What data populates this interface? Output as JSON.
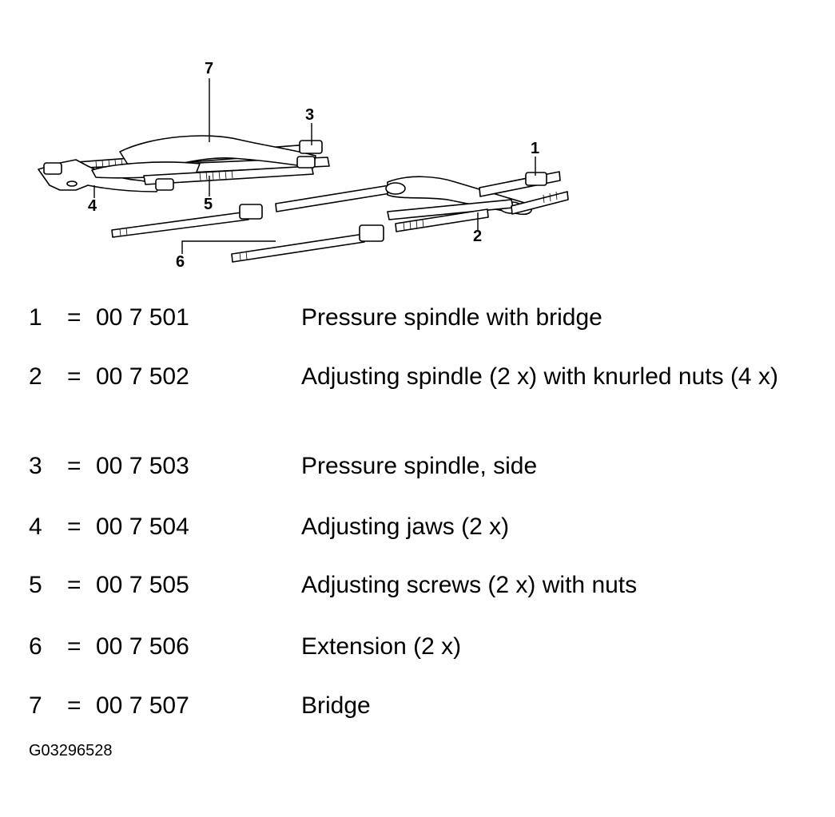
{
  "diagram": {
    "callouts": [
      "1",
      "2",
      "3",
      "4",
      "5",
      "6",
      "7"
    ]
  },
  "legend": [
    {
      "num": "1",
      "eq": "=",
      "part": "00 7 501",
      "desc": "Pressure spindle with bridge"
    },
    {
      "num": "2",
      "eq": "=",
      "part": "00 7 502",
      "desc": "Adjusting spindle (2 x) with knurled nuts (4 x)"
    },
    {
      "num": "3",
      "eq": "=",
      "part": "00 7 503",
      "desc": "Pressure spindle, side"
    },
    {
      "num": "4",
      "eq": "=",
      "part": "00 7 504",
      "desc": "Adjusting jaws (2 x)"
    },
    {
      "num": "5",
      "eq": "=",
      "part": "00 7 505",
      "desc": "Adjusting screws (2 x) with nuts"
    },
    {
      "num": "6",
      "eq": "=",
      "part": "00 7 506",
      "desc": "Extension (2 x)"
    },
    {
      "num": "7",
      "eq": "=",
      "part": "00 7 507",
      "desc": "Bridge"
    }
  ],
  "reference_code": "G03296528"
}
